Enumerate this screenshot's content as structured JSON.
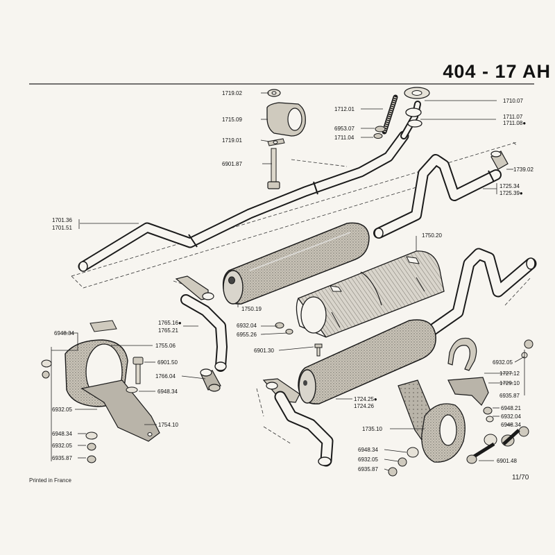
{
  "header": {
    "model": "404",
    "dash": "-",
    "variant": "17 AH"
  },
  "footer": {
    "printed": "Printed in France",
    "page": "11/70"
  },
  "callouts": {
    "p1719_02": "1719.02",
    "p1715_09": "1715.09",
    "p1719_01": "1719.01",
    "p6901_87": "6901.87",
    "p1712_01": "1712.01",
    "p1710_07": "1710.07",
    "p1711_07": "1711.07",
    "p1711_08": "1711.08●",
    "p6953_07": "6953.07",
    "p1711_04": "1711.04",
    "p1739_02": "1739.02",
    "p1725_34": "1725.34",
    "p1725_39": "1725.39●",
    "p1701_36": "1701.36",
    "p1701_51": "1701.51",
    "p1750_20": "1750.20",
    "p1750_19": "1750.19",
    "p1765_16": "1765.16●",
    "p1765_21": "1765.21",
    "p6932_04a": "6932.04",
    "p6955_26": "6955.26",
    "p6901_30": "6901.30",
    "p6948_34a": "6948.34",
    "p1755_06": "1755.06",
    "p6901_50": "6901.50",
    "p1766_04": "1766.04",
    "p6948_34b": "6948.34",
    "p6932_05a": "6932.05",
    "p1754_10": "1754.10",
    "p6948_34c": "6948.34",
    "p6932_05b": "6932.05",
    "p6935_87a": "6935.87",
    "p6932_05c": "6932.05",
    "p1727_12": "1727.12",
    "p1729_10": "1729.10",
    "p6935_87b": "6935.87",
    "p1724_25": "1724.25●",
    "p1724_26": "1724.26",
    "p6948_21": "6948.21",
    "p6932_04b": "6932.04",
    "p6948_34d": "6948.34",
    "p1735_10": "1735.10",
    "p6948_34e": "6948.34",
    "p6932_05d": "6932.05",
    "p6935_87c": "6935.87",
    "p6901_48": "6901.48"
  }
}
